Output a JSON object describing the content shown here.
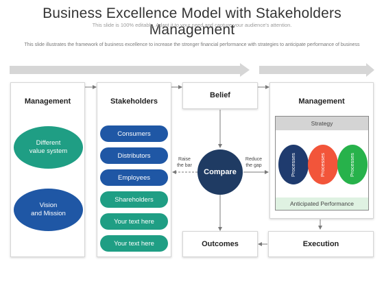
{
  "header": {
    "title": "Business Excellence Model with Stakeholders Management",
    "subtitle": "This slide is 100% editable. Adapt it to your need and capture your audience's attention.",
    "description": "This slide illustrates the framework of business excellence to increase the stronger financial performance with strategies to anticipate performance of business"
  },
  "management_left": {
    "title": "Management",
    "items": [
      "Different\nvalue system",
      "Vision\nand Mission"
    ]
  },
  "stakeholders": {
    "title": "Stakeholders",
    "items": [
      "Consumers",
      "Distributors",
      "Employees",
      "Shareholders",
      "Your text here",
      "Your text here"
    ]
  },
  "belief": {
    "title": "Belief"
  },
  "compare": {
    "label": "Compare",
    "left_note": "Raise\nthe bar",
    "right_note": "Reduce\nthe gap"
  },
  "management_right": {
    "title": "Management",
    "strategy": "Strategy",
    "processes": [
      "Processes",
      "Processes",
      "Processes"
    ],
    "performance": "Anticipated Performance"
  },
  "outcomes": {
    "title": "Outcomes"
  },
  "execution": {
    "title": "Execution"
  },
  "colors": {
    "teal": "#1f9e84",
    "navy_blue": "#1f57a5",
    "dark_navy": "#1f3b63",
    "orange_red": "#f2553a",
    "green": "#27b24b",
    "light_green": "#dff2e2",
    "gray_bar": "#d4d4d4"
  }
}
